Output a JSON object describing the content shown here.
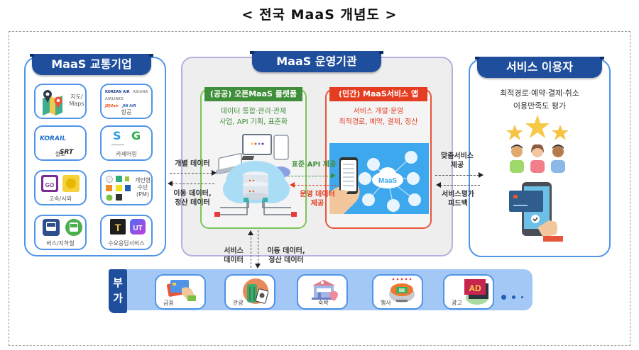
{
  "title": "< 전국 MaaS 개념도 >",
  "left_panel": {
    "header": "MaaS 교통기업",
    "tiles": [
      {
        "id": "maps",
        "label": "지도/\nMaps",
        "label_line1": "지도/",
        "label_line2": "Maps",
        "icon": "map-pin-icon"
      },
      {
        "id": "air",
        "label": "항공",
        "logos": [
          "KOREAN AIR",
          "ASIANA AIRLINES",
          "JEJUair",
          "JIN AIR"
        ],
        "icon": "airline-logos-icon"
      },
      {
        "id": "rail",
        "label": "철도",
        "logos": [
          "KORAIL",
          "SRT"
        ],
        "icon": "rail-logos-icon"
      },
      {
        "id": "carshare",
        "label": "카셰어링",
        "logos": [
          "S",
          "G"
        ],
        "icon": "carshare-logos-icon"
      },
      {
        "id": "bus-taxi",
        "label": "고속/시외",
        "icon": "express-bus-icon"
      },
      {
        "id": "pm",
        "label_line1": "개인형",
        "label_line2": "수단",
        "label_line3": "(PM)",
        "icon": "personal-mobility-icon"
      },
      {
        "id": "bus-subway",
        "label": "버스/지하철",
        "icon": "bus-subway-icon"
      },
      {
        "id": "drt",
        "label": "수요응답서비스",
        "logos": [
          "T",
          "UT"
        ],
        "icon": "demand-response-icon"
      }
    ]
  },
  "center_panel": {
    "header": "MaaS 운영기관",
    "public_box": {
      "title": "(공공) 오픈MaaS 플랫폼",
      "desc_line1": "데이터 통합·관리·관제",
      "desc_line2": "사업, API 기획, 표준화",
      "color": "#3f8f3a"
    },
    "private_box": {
      "title": "(민간) MaaS서비스 앱",
      "desc_line1": "서비스 개발·운영",
      "desc_line2": "최적경로, 예약, 결제, 정산",
      "app_label": "MaaS",
      "color": "#e43d21"
    }
  },
  "right_panel": {
    "header": "서비스 이용자",
    "desc_line1": "최적경로·예약·결제·취소",
    "desc_line2": "이용만족도 평가"
  },
  "arrows": {
    "left_to_center_top": "개별 데이터",
    "center_to_left_line1": "이동 데이터,",
    "center_to_left_line2": "정산 데이터",
    "public_to_private": "표준 API 제공",
    "private_to_public_line1": "운영 데이터",
    "private_to_public_line2": "제공",
    "center_to_right_line1": "맞춤서비스",
    "center_to_right_line2": "제공",
    "right_to_center_line1": "서비스평가",
    "right_to_center_line2": "피드백",
    "bottom_up_line1": "서비스",
    "bottom_up_line2": "데이터",
    "bottom_down_line1": "이동 데이터,",
    "bottom_down_line2": "정산 데이터"
  },
  "bottom_bar": {
    "tag_line1": "부",
    "tag_line2": "가",
    "tiles": [
      {
        "label": "금융",
        "icon": "credit-card-icon"
      },
      {
        "label": "관광",
        "icon": "tourism-luggage-icon"
      },
      {
        "label": "숙박",
        "icon": "hotel-icon"
      },
      {
        "label": "행사",
        "icon": "stadium-icon"
      },
      {
        "label": "광고",
        "icon": "ad-icon",
        "badge": "AD"
      }
    ],
    "more": "more-dots-icon"
  },
  "colors": {
    "header_blue": "#1e4e9c",
    "panel_border_blue": "#4f94e6",
    "public_green": "#3f8f3a",
    "private_red": "#e43d21",
    "bar_blue": "#a3c8f5"
  }
}
